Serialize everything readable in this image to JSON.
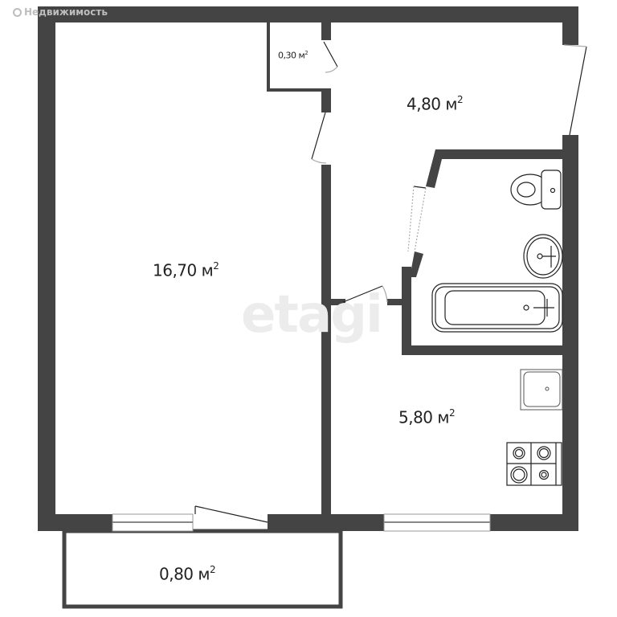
{
  "brand": {
    "name": "Недвижимость",
    "icon": "circle-logo-icon"
  },
  "watermark": "etagi",
  "colors": {
    "wall": "#444444",
    "background": "#ffffff",
    "fixture_line": "#333333",
    "watermark": "#ececec"
  },
  "rooms": [
    {
      "id": "living-room",
      "area": "16,70",
      "unit": "м",
      "sup": "2"
    },
    {
      "id": "closet",
      "area": "0,30",
      "unit": "м",
      "sup": "2"
    },
    {
      "id": "hallway",
      "area": "4,80",
      "unit": "м",
      "sup": "2"
    },
    {
      "id": "kitchen",
      "area": "5,80",
      "unit": "м",
      "sup": "2"
    },
    {
      "id": "balcony",
      "area": "0,80",
      "unit": "м",
      "sup": "2"
    }
  ],
  "fixtures": [
    "toilet",
    "washbasin",
    "bathtub",
    "kitchen-sink",
    "stove-4-burner"
  ]
}
